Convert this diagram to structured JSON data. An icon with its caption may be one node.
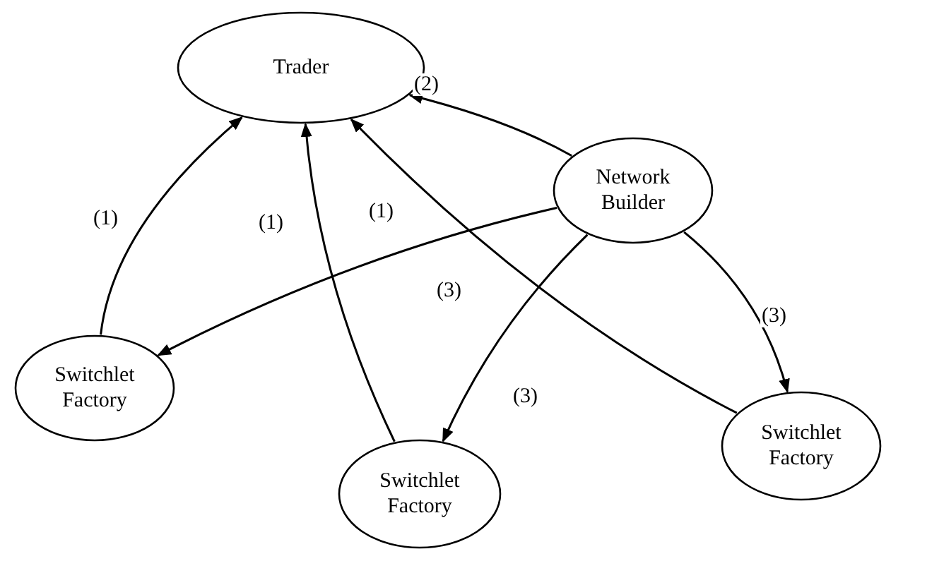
{
  "diagram": {
    "nodes": [
      {
        "text": [
          "Trader"
        ]
      },
      {
        "text": [
          "Network Builder"
        ]
      },
      {
        "text": [
          "Switchlet Factory"
        ]
      },
      {
        "text": [
          "Switchlet Factory"
        ]
      },
      {
        "text": [
          "Switchlet Factory"
        ]
      }
    ],
    "edges": [
      {
        "from": 1,
        "to": 0,
        "arrow": "to",
        "label": "(2)"
      },
      {
        "from": 2,
        "to": 0,
        "arrow": "to",
        "label": "(1)"
      },
      {
        "from": 3,
        "to": 0,
        "arrow": "to",
        "label": "(1)"
      },
      {
        "from": 4,
        "to": 0,
        "arrow": "to",
        "label": "(1)"
      },
      {
        "from": 1,
        "to": 2,
        "arrow": "to",
        "label": "(3)"
      },
      {
        "from": 1,
        "to": 3,
        "arrow": "to",
        "label": "(3)"
      },
      {
        "from": 1,
        "to": 4,
        "arrow": "to",
        "label": "(3)"
      }
    ]
  }
}
